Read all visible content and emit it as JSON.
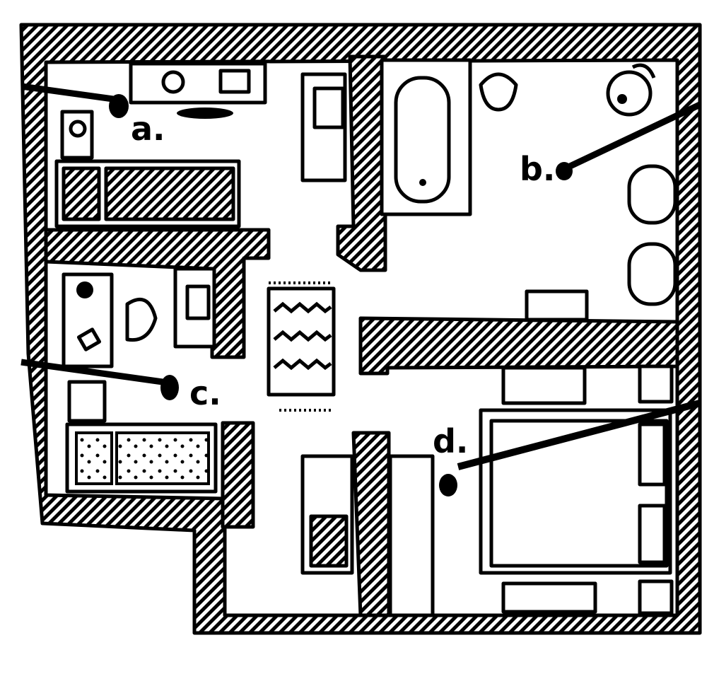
{
  "plan": {
    "labels": [
      {
        "id": "a",
        "text": "a."
      },
      {
        "id": "b",
        "text": "b."
      },
      {
        "id": "c",
        "text": "c."
      },
      {
        "id": "d",
        "text": "d."
      }
    ],
    "colors": {
      "ink": "#000000",
      "paper": "#ffffff"
    }
  }
}
